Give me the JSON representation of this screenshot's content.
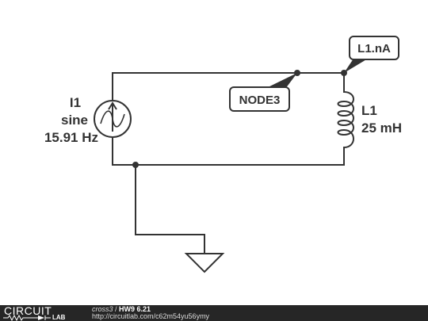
{
  "schematic": {
    "source": {
      "name": "I1",
      "type": "sine",
      "frequency": "15.91 Hz"
    },
    "inductor": {
      "name": "L1",
      "value": "25 mH"
    },
    "node_labels": {
      "node3": "NODE3",
      "l1_na": "L1.nA"
    }
  },
  "footer": {
    "logo_top": "CIRCUIT",
    "logo_bottom": "LAB",
    "author": "cross3",
    "separator": " / ",
    "title": "HW9 6.21",
    "url": "http://circuitlab.com/c62m54yu56ymy"
  },
  "colors": {
    "wire": "#333333",
    "background": "#ffffff",
    "footer_bg": "#262626"
  }
}
